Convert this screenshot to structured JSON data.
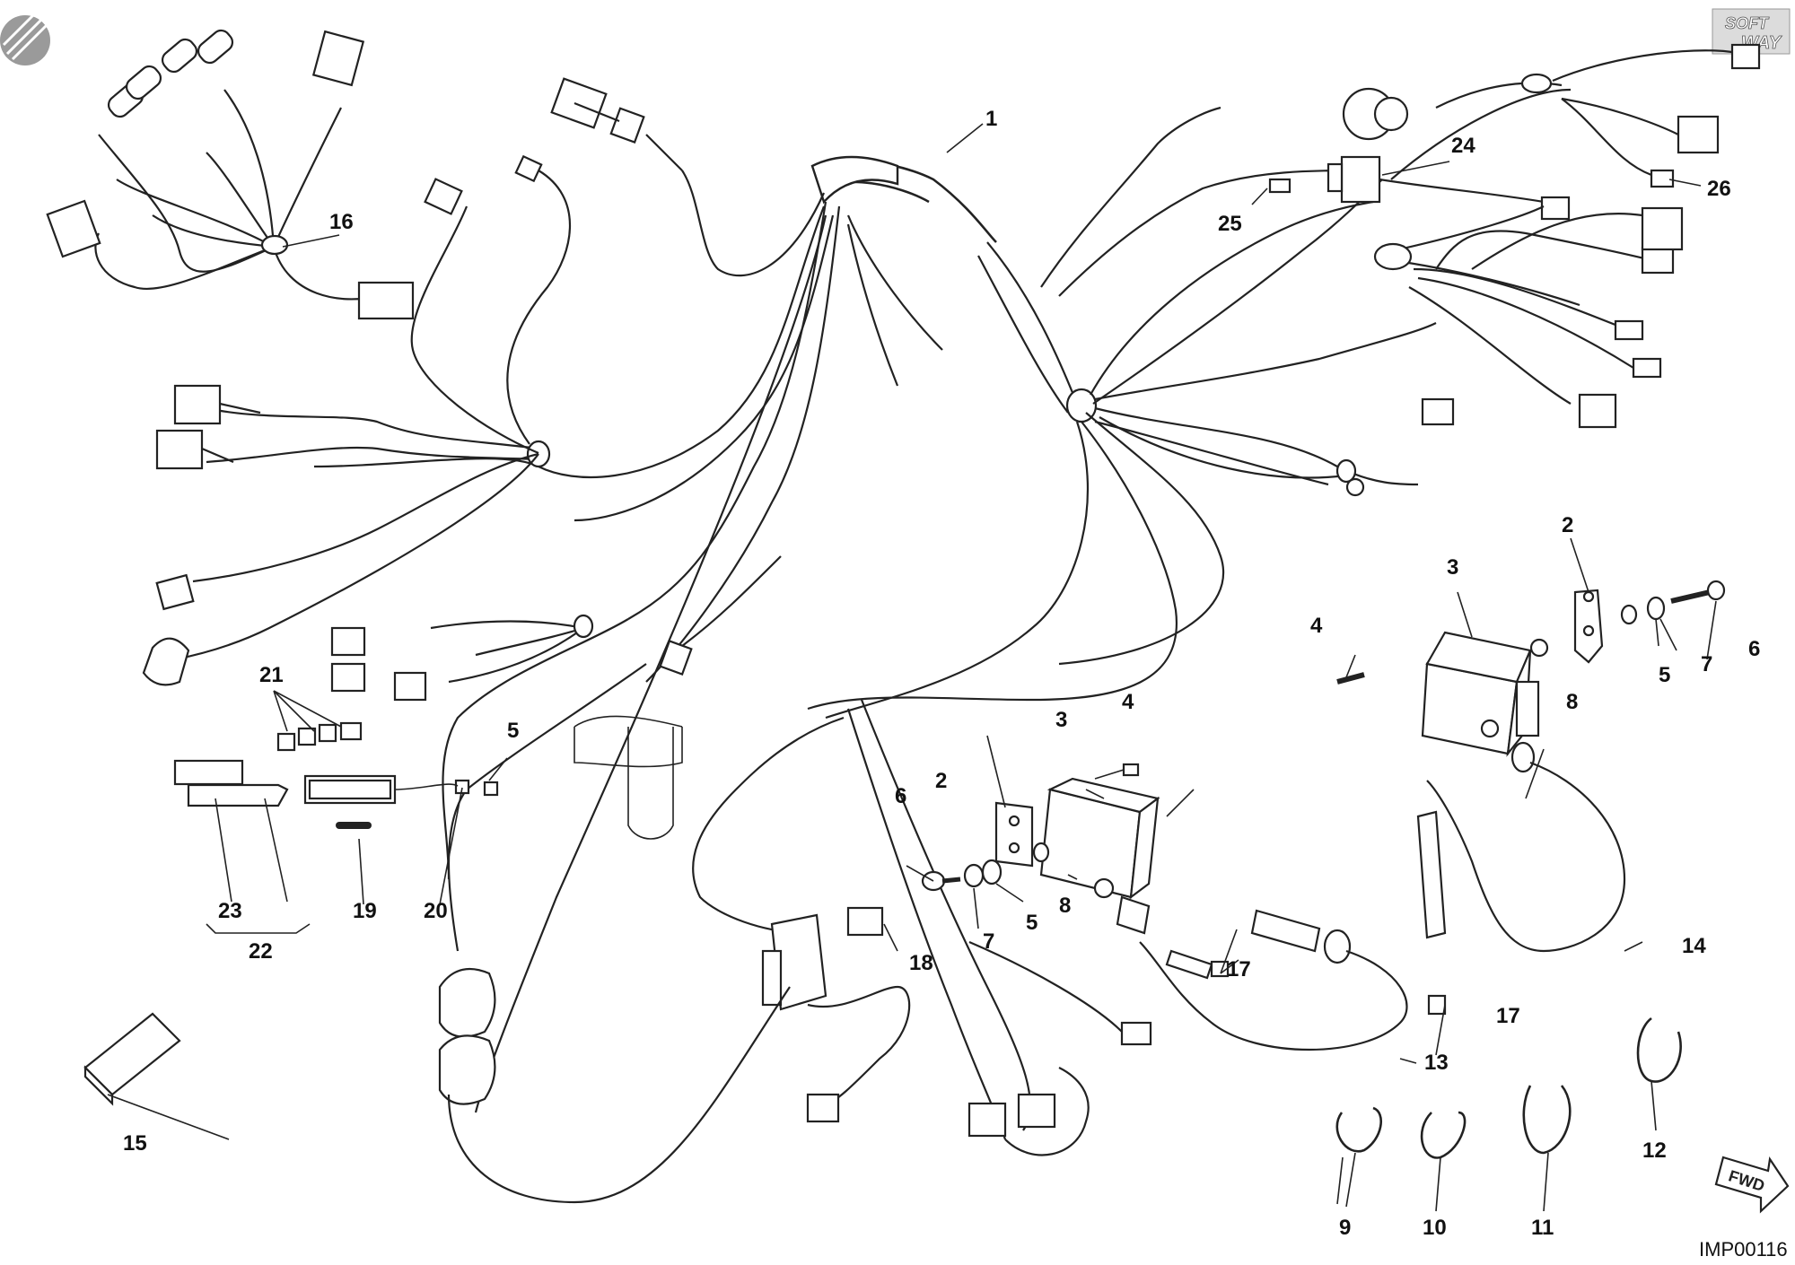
{
  "drawing": {
    "code": "IMP00116",
    "brand_line1": "SOFT",
    "brand_line2": "WAY",
    "direction_label": "FWD"
  },
  "callouts": [
    {
      "id": "c1",
      "label": "1"
    },
    {
      "id": "c2a",
      "label": "2"
    },
    {
      "id": "c2b",
      "label": "2"
    },
    {
      "id": "c3a",
      "label": "3"
    },
    {
      "id": "c3b",
      "label": "3"
    },
    {
      "id": "c4a",
      "label": "4"
    },
    {
      "id": "c4b",
      "label": "4"
    },
    {
      "id": "c5a",
      "label": "5"
    },
    {
      "id": "c5b",
      "label": "5"
    },
    {
      "id": "c5c",
      "label": "5"
    },
    {
      "id": "c6a",
      "label": "6"
    },
    {
      "id": "c6b",
      "label": "6"
    },
    {
      "id": "c7a",
      "label": "7"
    },
    {
      "id": "c7b",
      "label": "7"
    },
    {
      "id": "c8a",
      "label": "8"
    },
    {
      "id": "c8b",
      "label": "8"
    },
    {
      "id": "c9",
      "label": "9"
    },
    {
      "id": "c10",
      "label": "10"
    },
    {
      "id": "c11",
      "label": "11"
    },
    {
      "id": "c12",
      "label": "12"
    },
    {
      "id": "c13",
      "label": "13"
    },
    {
      "id": "c14",
      "label": "14"
    },
    {
      "id": "c15",
      "label": "15"
    },
    {
      "id": "c16",
      "label": "16"
    },
    {
      "id": "c17a",
      "label": "17"
    },
    {
      "id": "c17b",
      "label": "17"
    },
    {
      "id": "c18",
      "label": "18"
    },
    {
      "id": "c19",
      "label": "19"
    },
    {
      "id": "c20",
      "label": "20"
    },
    {
      "id": "c21",
      "label": "21"
    },
    {
      "id": "c22",
      "label": "22"
    },
    {
      "id": "c23",
      "label": "23"
    },
    {
      "id": "c24",
      "label": "24"
    },
    {
      "id": "c25",
      "label": "25"
    },
    {
      "id": "c26",
      "label": "26"
    }
  ]
}
